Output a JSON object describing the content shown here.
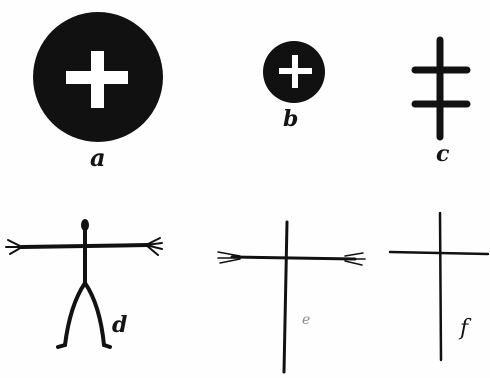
{
  "figure": {
    "labels": {
      "a": "a",
      "b": "b",
      "c": "c",
      "d": "d",
      "e": "e",
      "f": "f"
    },
    "items": [
      {
        "name": "circle-cross-large-icon",
        "letter": "a"
      },
      {
        "name": "circle-cross-small-icon",
        "letter": "b"
      },
      {
        "name": "double-bar-cross-icon",
        "letter": "c"
      },
      {
        "name": "human-stick-figure-icon",
        "letter": "d"
      },
      {
        "name": "latin-cross-feathered-icon",
        "letter": "e"
      },
      {
        "name": "latin-cross-plain-icon",
        "letter": "f"
      }
    ],
    "colors": {
      "ink": "#111111",
      "paper": "#fefefe"
    }
  }
}
